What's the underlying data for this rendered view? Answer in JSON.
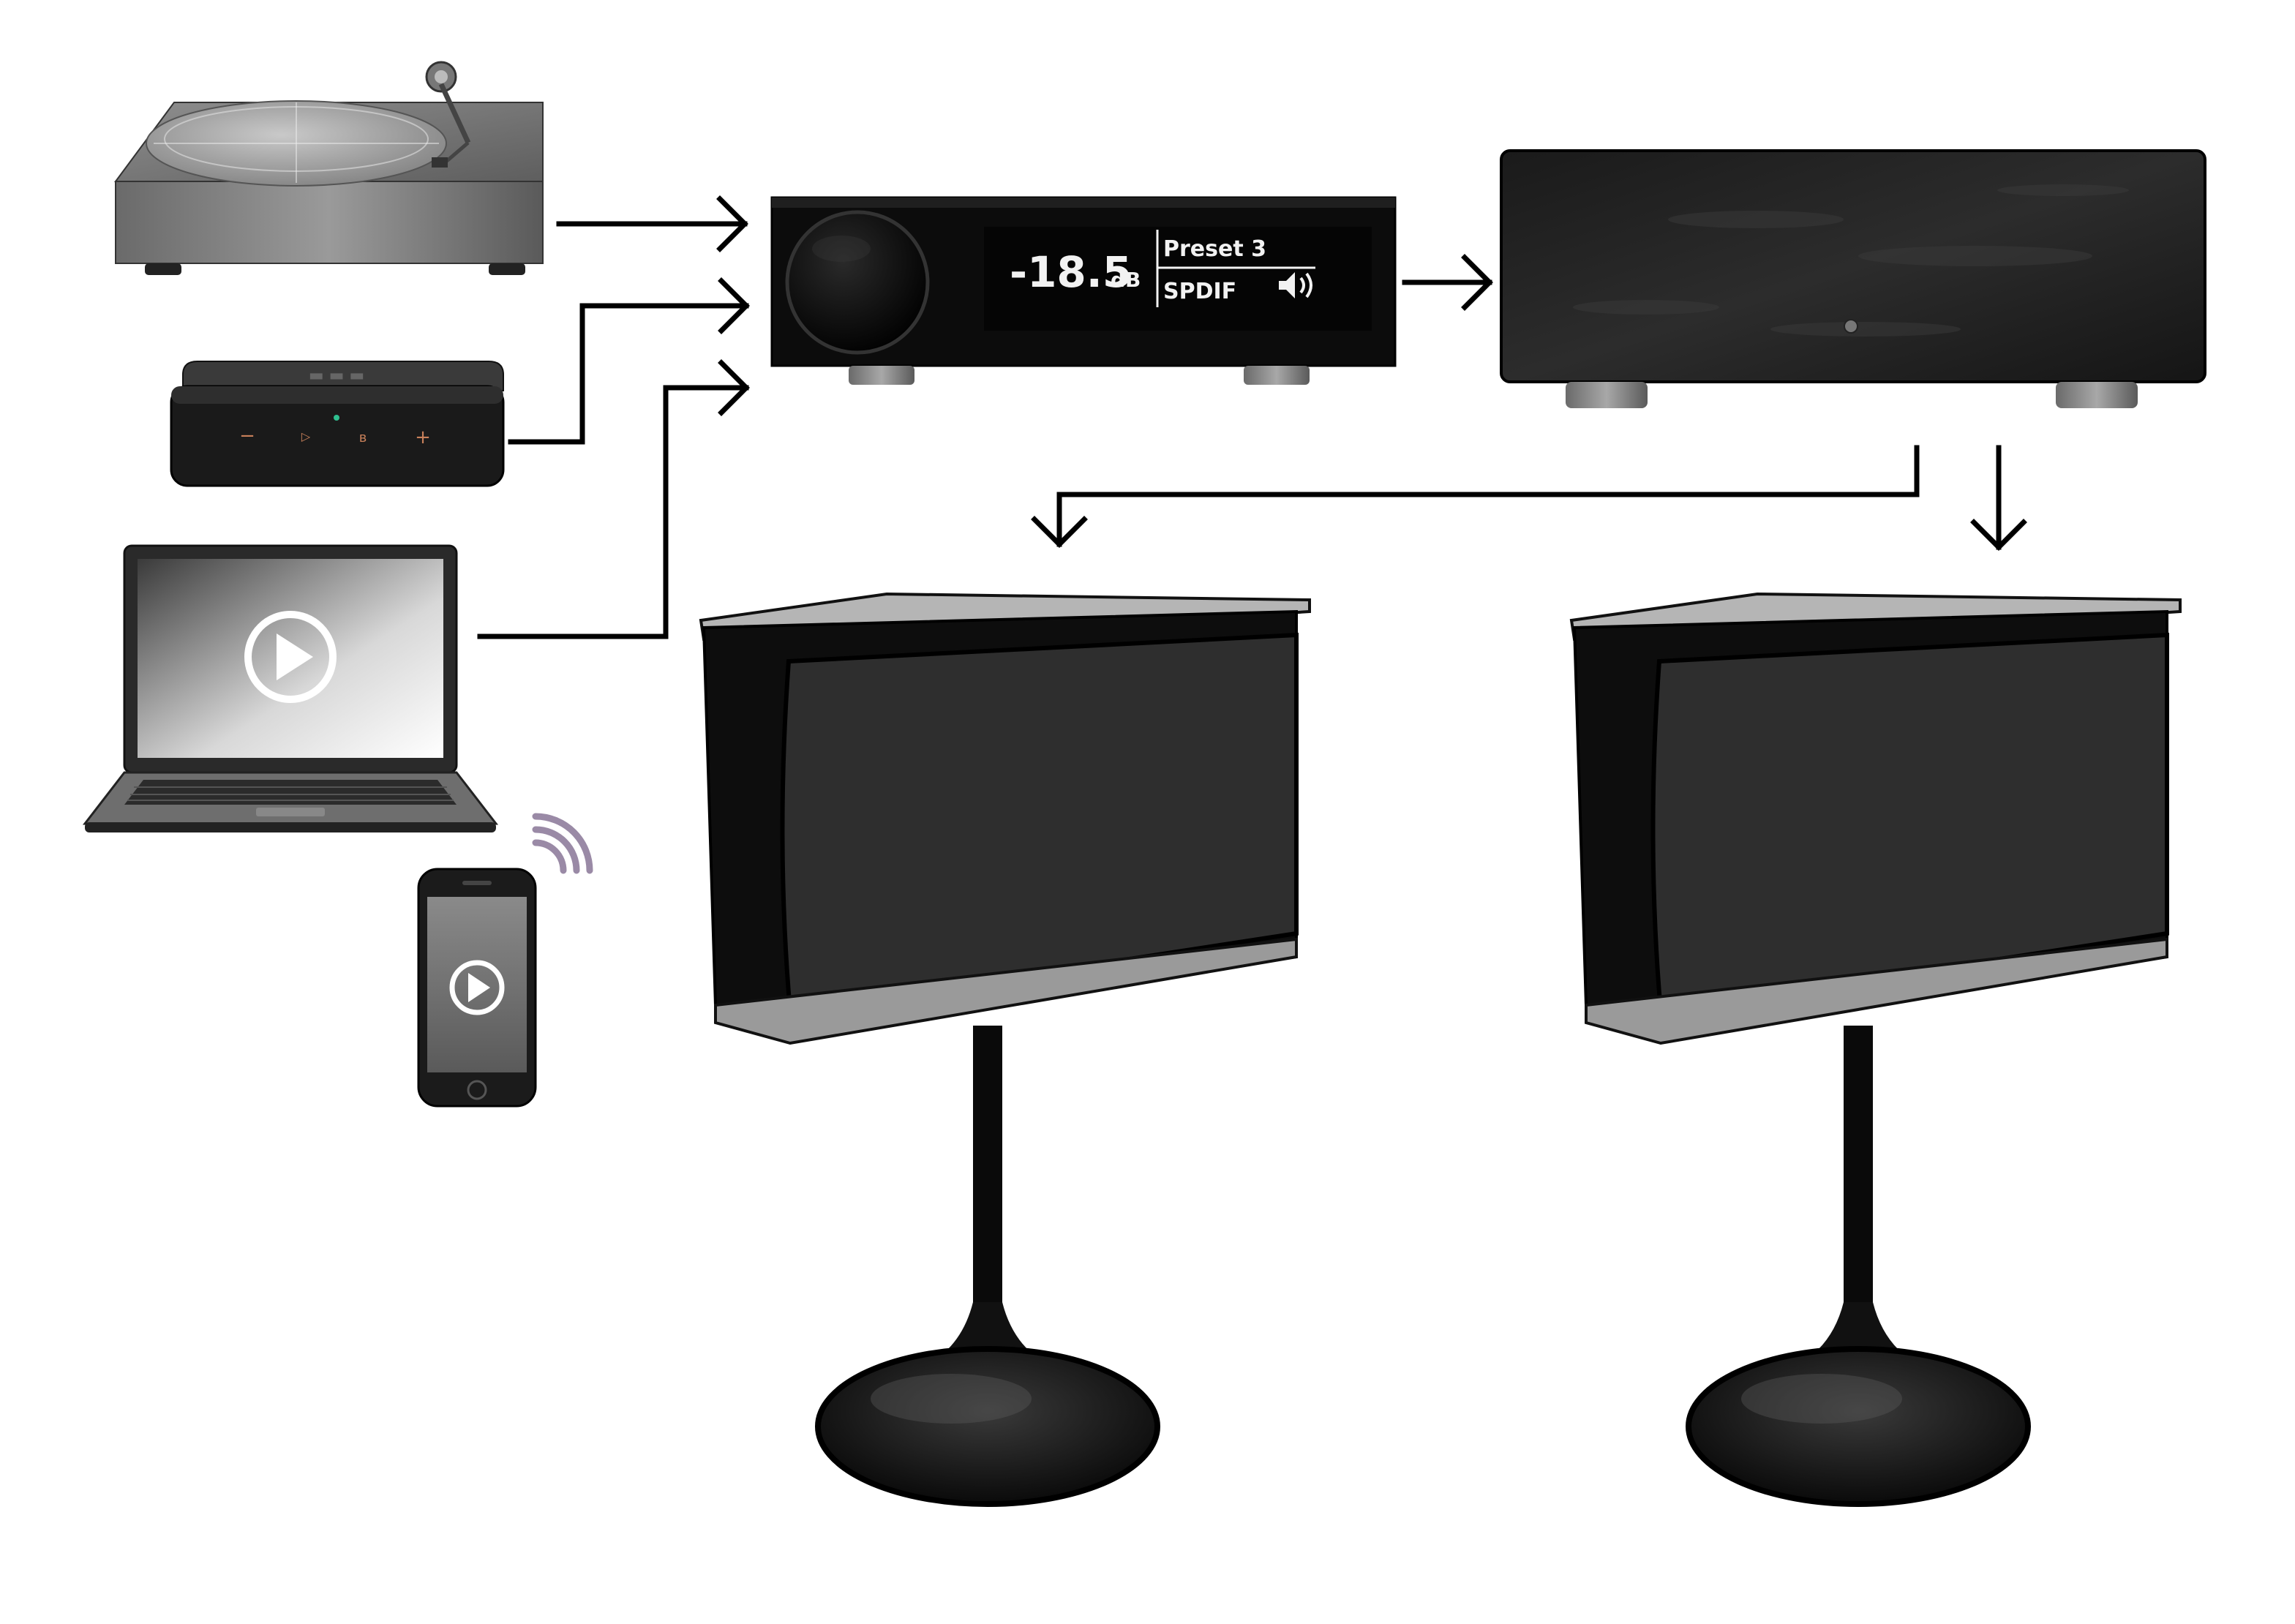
{
  "preamp": {
    "volume_value": "-18.5",
    "volume_unit": "dB",
    "preset_label": "Preset 3",
    "input_label": "SPDIF",
    "speaker_icon": "speaker-volume-icon"
  },
  "devices": {
    "turntable_icon": "turntable-icon",
    "streamer_icon": "streamer-icon",
    "laptop_icon": "laptop-icon",
    "phone_icon": "smartphone-icon",
    "wireless_icon": "wireless-signal-icon",
    "amplifier_icon": "power-amplifier-icon",
    "speaker_icon": "loudspeaker-icon"
  },
  "colors": {
    "wireless": "#9a8aa6",
    "streamer_buttons": "#c8805a",
    "lcd_text": "#f2f2f2"
  }
}
